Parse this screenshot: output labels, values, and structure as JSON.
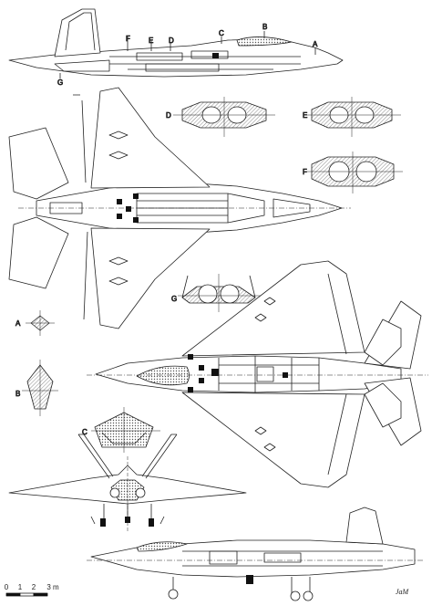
{
  "view_labels": {
    "A": "A",
    "B": "B",
    "C": "C",
    "D": "D",
    "E": "E",
    "F": "F",
    "G": "G"
  },
  "scale": {
    "ticks": [
      "0",
      "1",
      "2",
      "3 m"
    ]
  },
  "signature": "JaM",
  "colors": {
    "line": "#222222",
    "fill": "#ffffff",
    "hatch": "#8a8a8a",
    "dark": "#111111"
  }
}
